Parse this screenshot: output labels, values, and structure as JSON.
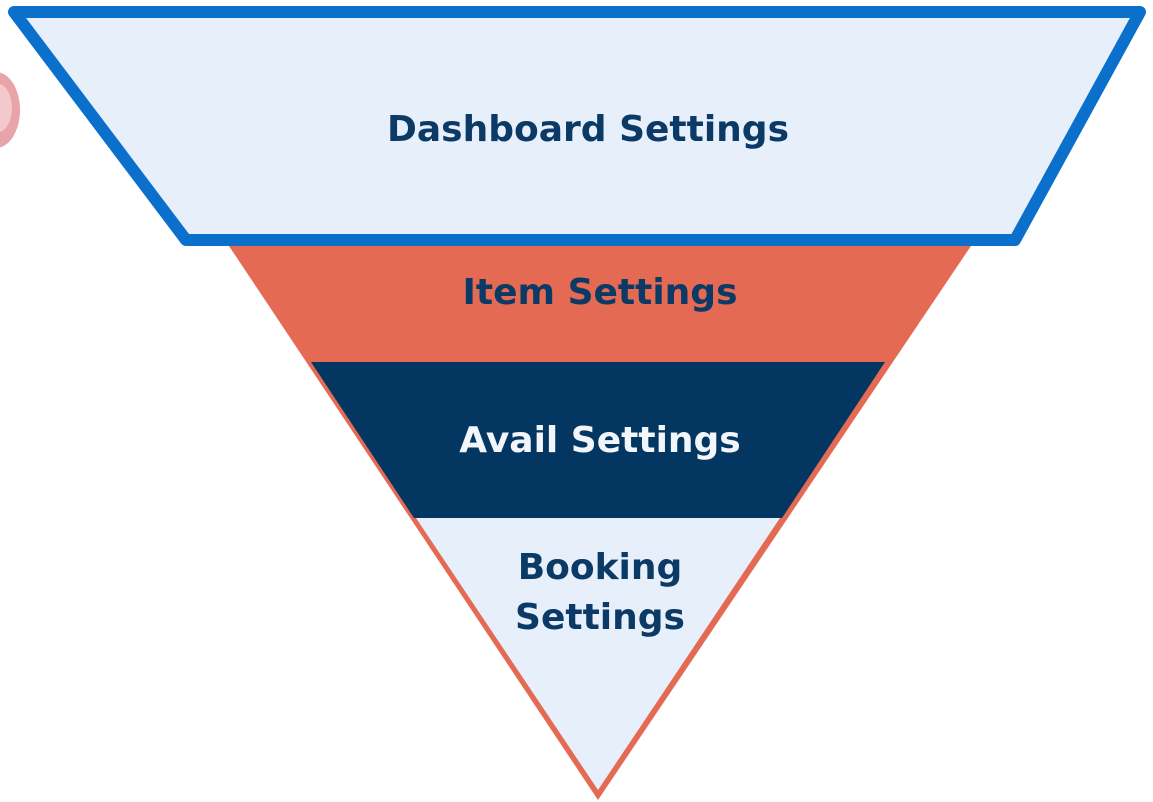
{
  "diagram": {
    "type": "inverted-funnel",
    "levels": [
      {
        "label_lines": [
          "Dashboard Settings"
        ],
        "fill": "#e6effa",
        "stroke": "#0b6fcc",
        "text_color": "#0b3a66"
      },
      {
        "label_lines": [
          "Item Settings"
        ],
        "fill": "#e46a54",
        "stroke": "",
        "text_color": "#0b3a66"
      },
      {
        "label_lines": [
          "Avail Settings"
        ],
        "fill": "#033661",
        "stroke": "",
        "text_color": "#f2f5fa"
      },
      {
        "label_lines": [
          "Booking",
          "Settings"
        ],
        "fill": "#e6effa",
        "stroke": "#e46a54",
        "text_color": "#0b3a66"
      }
    ],
    "outline_color": "#e46a54"
  },
  "decoration": {
    "corner_blob_color": "#e8a4a8"
  }
}
